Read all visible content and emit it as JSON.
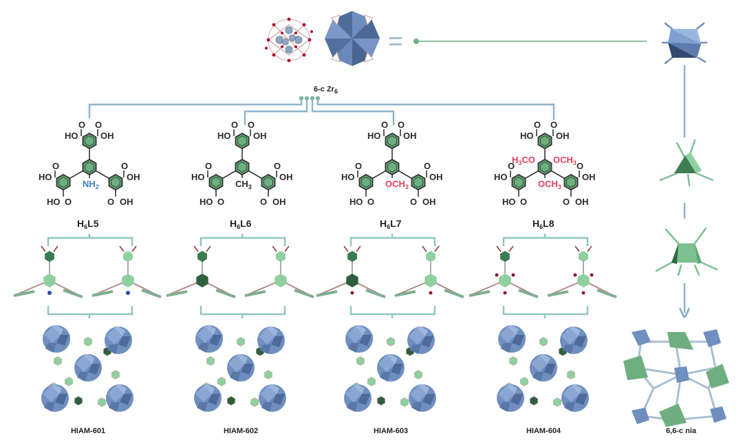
{
  "node": {
    "label_prefix": "6-c Zr",
    "label_sub": "6",
    "equals": "="
  },
  "colors": {
    "zr_blue": "#6f8fbf",
    "zr_dark": "#45618f",
    "linker_green": "#6fae7f",
    "linker_dark": "#2f6a44",
    "connector": "#8fb3c9",
    "connector_green": "#7fbf95",
    "amine_blue": "#3f7fbf",
    "methoxy_red": "#e0405a"
  },
  "ligands": [
    {
      "name_prefix": "H",
      "name_sub": "6",
      "name_suffix": "L5",
      "substituent": "NH",
      "substituent_sub": "2",
      "substituent_color": "blue",
      "mof": "HIAM-601"
    },
    {
      "name_prefix": "H",
      "name_sub": "6",
      "name_suffix": "L6",
      "substituent": "CH",
      "substituent_sub": "3",
      "substituent_color": "black",
      "mof": "HIAM-602"
    },
    {
      "name_prefix": "H",
      "name_sub": "6",
      "name_suffix": "L7",
      "substituent": "OCH",
      "substituent_sub": "3",
      "substituent_color": "red",
      "mof": "HIAM-603"
    },
    {
      "name_prefix": "H",
      "name_sub": "6",
      "name_suffix": "L8",
      "substituent": "OCH",
      "substituent_sub": "3",
      "substituent_color": "red",
      "extra_substituents": [
        "H3CO",
        "OCH3"
      ],
      "mof": "HIAM-604"
    }
  ],
  "chem_labels": {
    "ho": "HO",
    "oh": "OH",
    "o": "O",
    "h3co_h": "H",
    "h3co_sub": "3",
    "h3co_co": "CO"
  },
  "topology": {
    "label_prefix": "6,6-c ",
    "label_net": "nia"
  }
}
